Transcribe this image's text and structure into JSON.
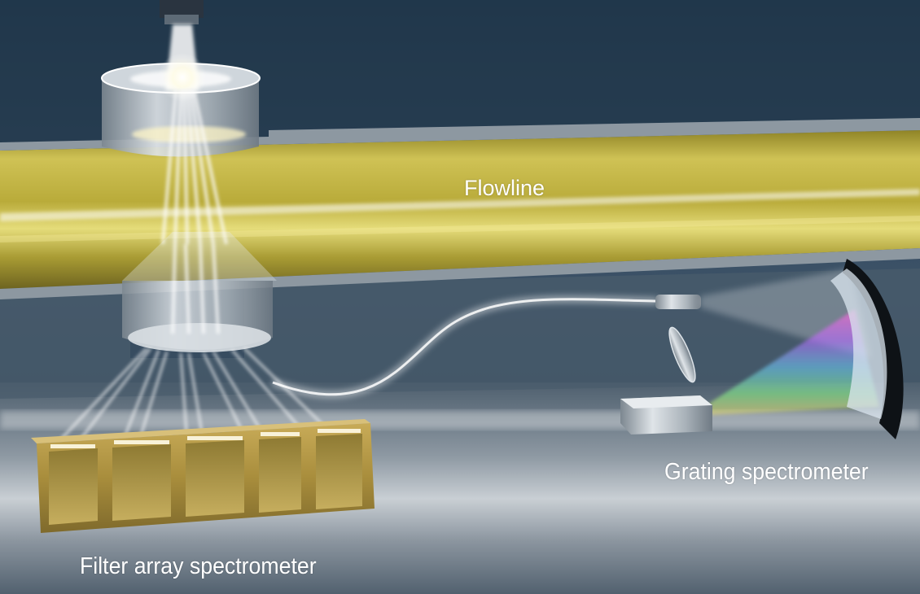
{
  "labels": {
    "flowline": "Flowline",
    "grating_spectrometer": "Grating spectrometer",
    "filter_array_spectrometer": "Filter array spectrometer"
  },
  "colors": {
    "background": "#2a3e52",
    "flowline_pipe": "#b9ab3a",
    "metal": "#8f99a2",
    "filter_gold": "#a88d3c",
    "light": "#ffffff"
  }
}
